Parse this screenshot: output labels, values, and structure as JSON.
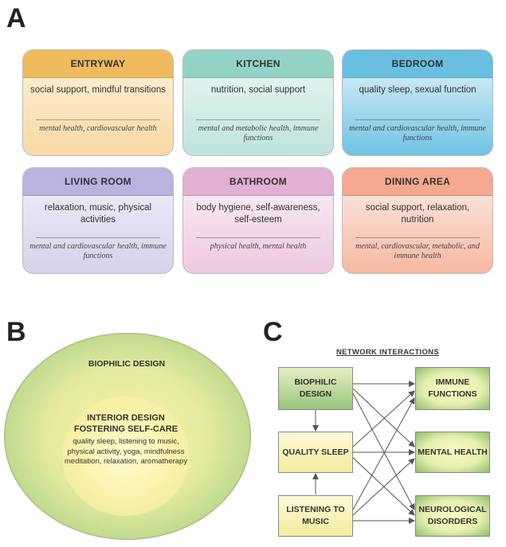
{
  "panels": {
    "a": "A",
    "b": "B",
    "c": "C"
  },
  "rooms": [
    {
      "name": "ENTRYWAY",
      "activities": "social support, mindful transitions",
      "outcomes": "mental health, cardiovascular health",
      "color": "#f0bb5c"
    },
    {
      "name": "KITCHEN",
      "activities": "nutrition, social support",
      "outcomes": "mental and metabolic health, immune functions",
      "color": "#93d3c6"
    },
    {
      "name": "BEDROOM",
      "activities": "quality sleep, sexual function",
      "outcomes": "mental and cardiovascular health, immune functions",
      "color": "#68bfe0"
    },
    {
      "name": "LIVING ROOM",
      "activities": "relaxation, music, physical activities",
      "outcomes": "mental and cardiovascular health, immune functions",
      "color": "#b9b3df"
    },
    {
      "name": "BATHROOM",
      "activities": "body hygiene, self-awareness, self-esteem",
      "outcomes": "physical health, mental health",
      "color": "#e2b0d3"
    },
    {
      "name": "DINING AREA",
      "activities": "social support, relaxation, nutrition",
      "outcomes": "mental, cardiovascular, metabolic, and immune health",
      "color": "#f4a990"
    }
  ],
  "panel_b": {
    "outer_label": "BIOPHILIC DESIGN",
    "inner_title": "INTERIOR DESIGN FOSTERING SELF-CARE",
    "inner_list": "quality sleep, listening to music, physical activity, yoga, mindfulness meditation, relaxation, aromatherapy"
  },
  "panel_c": {
    "title": "NETWORK INTERACTIONS",
    "sources": [
      "BIOPHILIC DESIGN",
      "QUALITY SLEEP",
      "LISTENING TO MUSIC"
    ],
    "targets": [
      "IMMUNE FUNCTIONS",
      "MENTAL HEALTH",
      "NEUROLOGICAL DISORDERS"
    ]
  }
}
